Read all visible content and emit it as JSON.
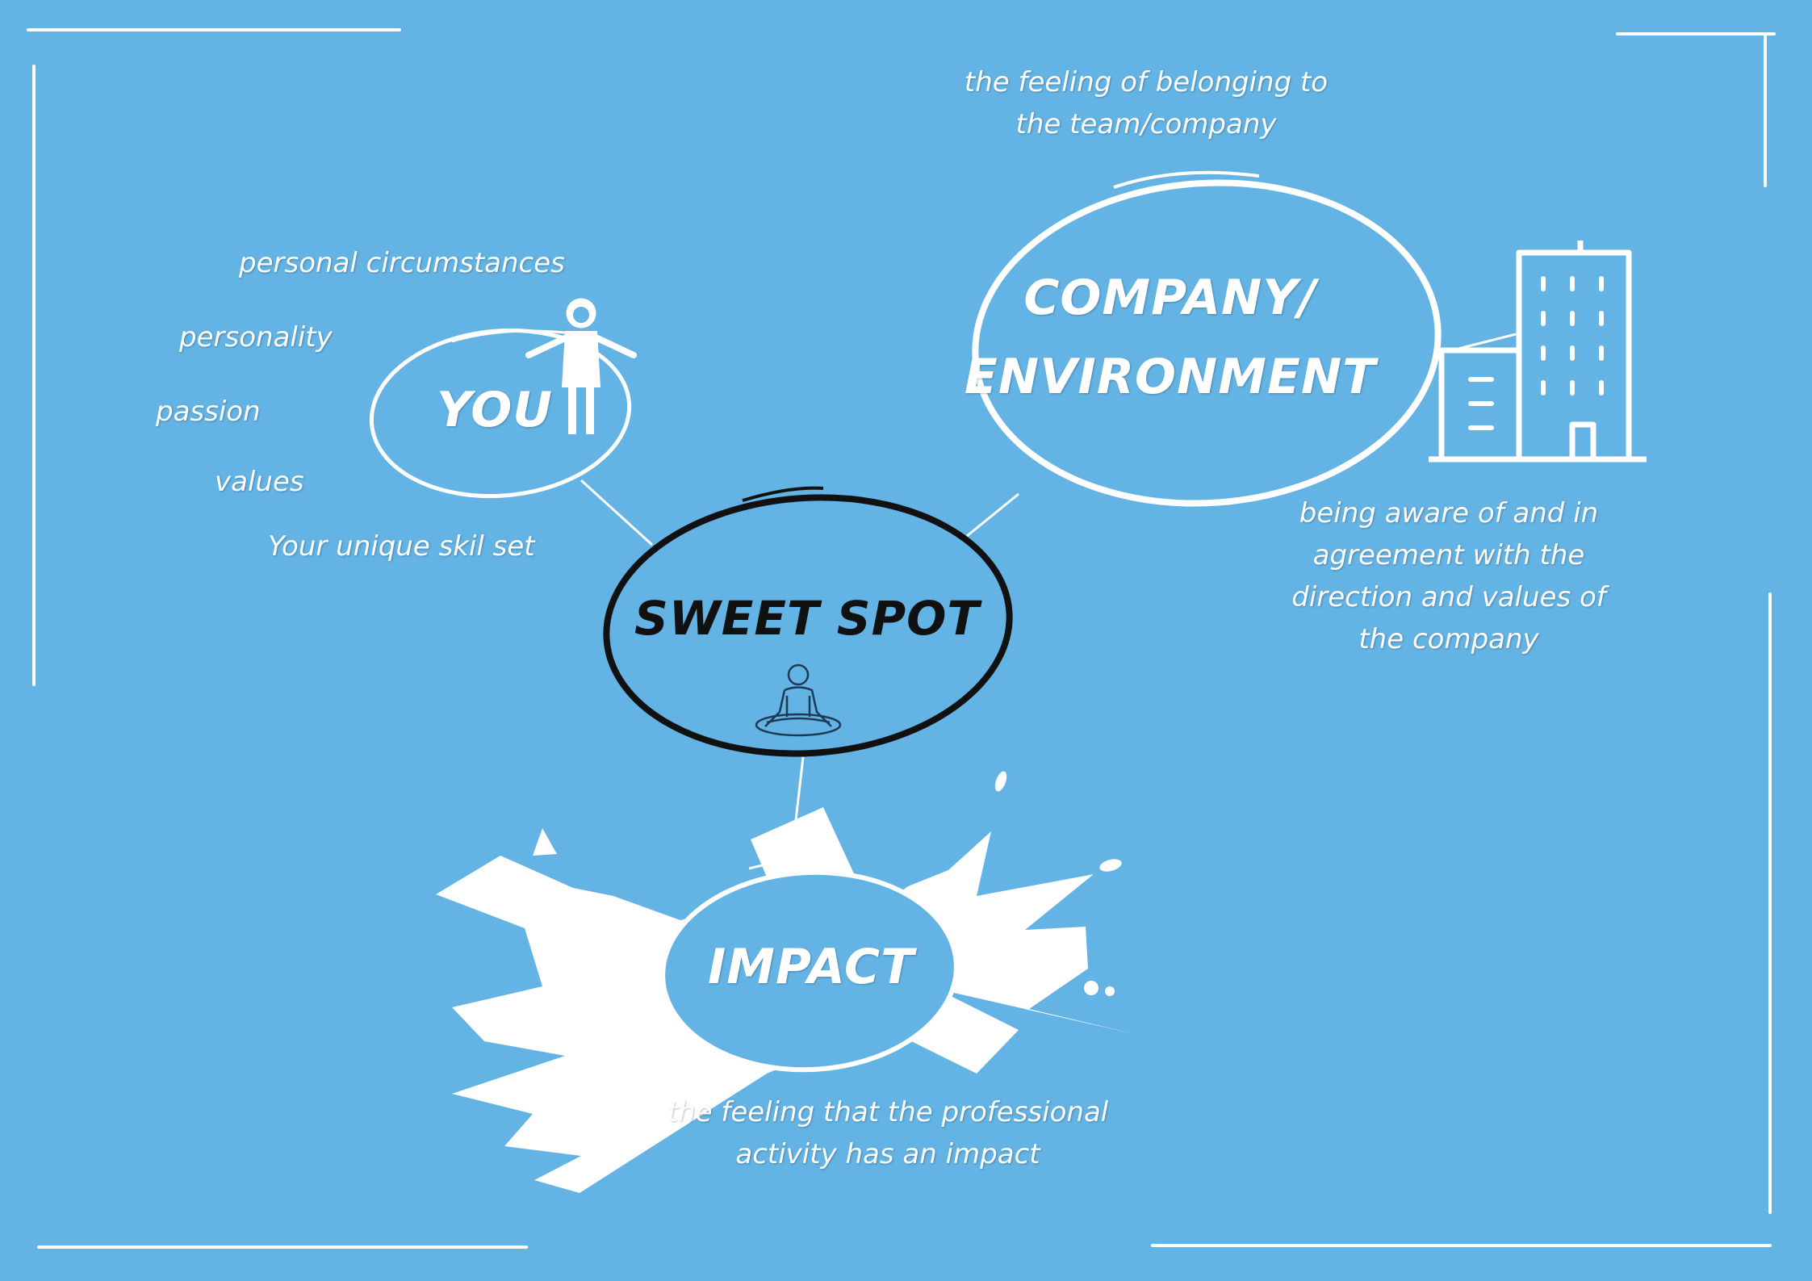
{
  "colors": {
    "background": "#63b3e4",
    "white": "#ffffff",
    "dark": "#111111"
  },
  "nodes": {
    "you": {
      "label": "YOU",
      "icon": "person-icon",
      "traits": [
        "personal circumstances",
        "personality",
        "passion",
        "values",
        "Your unique skil set"
      ]
    },
    "company": {
      "label_line1": "COMPANY/",
      "label_line2": "ENVIRONMENT",
      "icon": "building-icon",
      "note_top_line1": "the feeling of belonging to",
      "note_top_line2": "the team/company",
      "note_side_lines": [
        "being aware of  and in",
        "agreement with the",
        "direction and values of",
        "the company"
      ]
    },
    "sweet_spot": {
      "label": "SWEET SPOT",
      "icon": "meditation-icon"
    },
    "impact": {
      "label": "IMPACT",
      "icon": "burst-icon",
      "note_line1": "the feeling that the professional",
      "note_line2": "activity has an impact"
    }
  }
}
